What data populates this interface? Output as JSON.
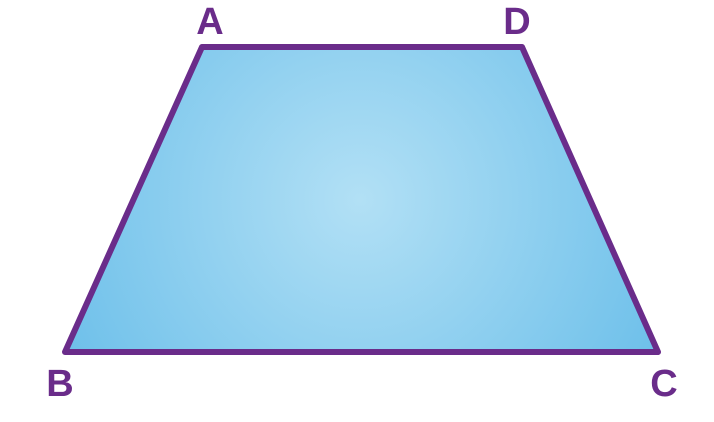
{
  "diagram": {
    "vertices": [
      {
        "name": "A",
        "label": "A"
      },
      {
        "name": "D",
        "label": "D"
      },
      {
        "name": "B",
        "label": "B"
      },
      {
        "name": "C",
        "label": "C"
      }
    ],
    "colors": {
      "outline": "#6a2c8a",
      "label": "#6a2c8a",
      "fill_center": "#b2e0f5",
      "fill_edge": "#6ec0ea"
    }
  }
}
